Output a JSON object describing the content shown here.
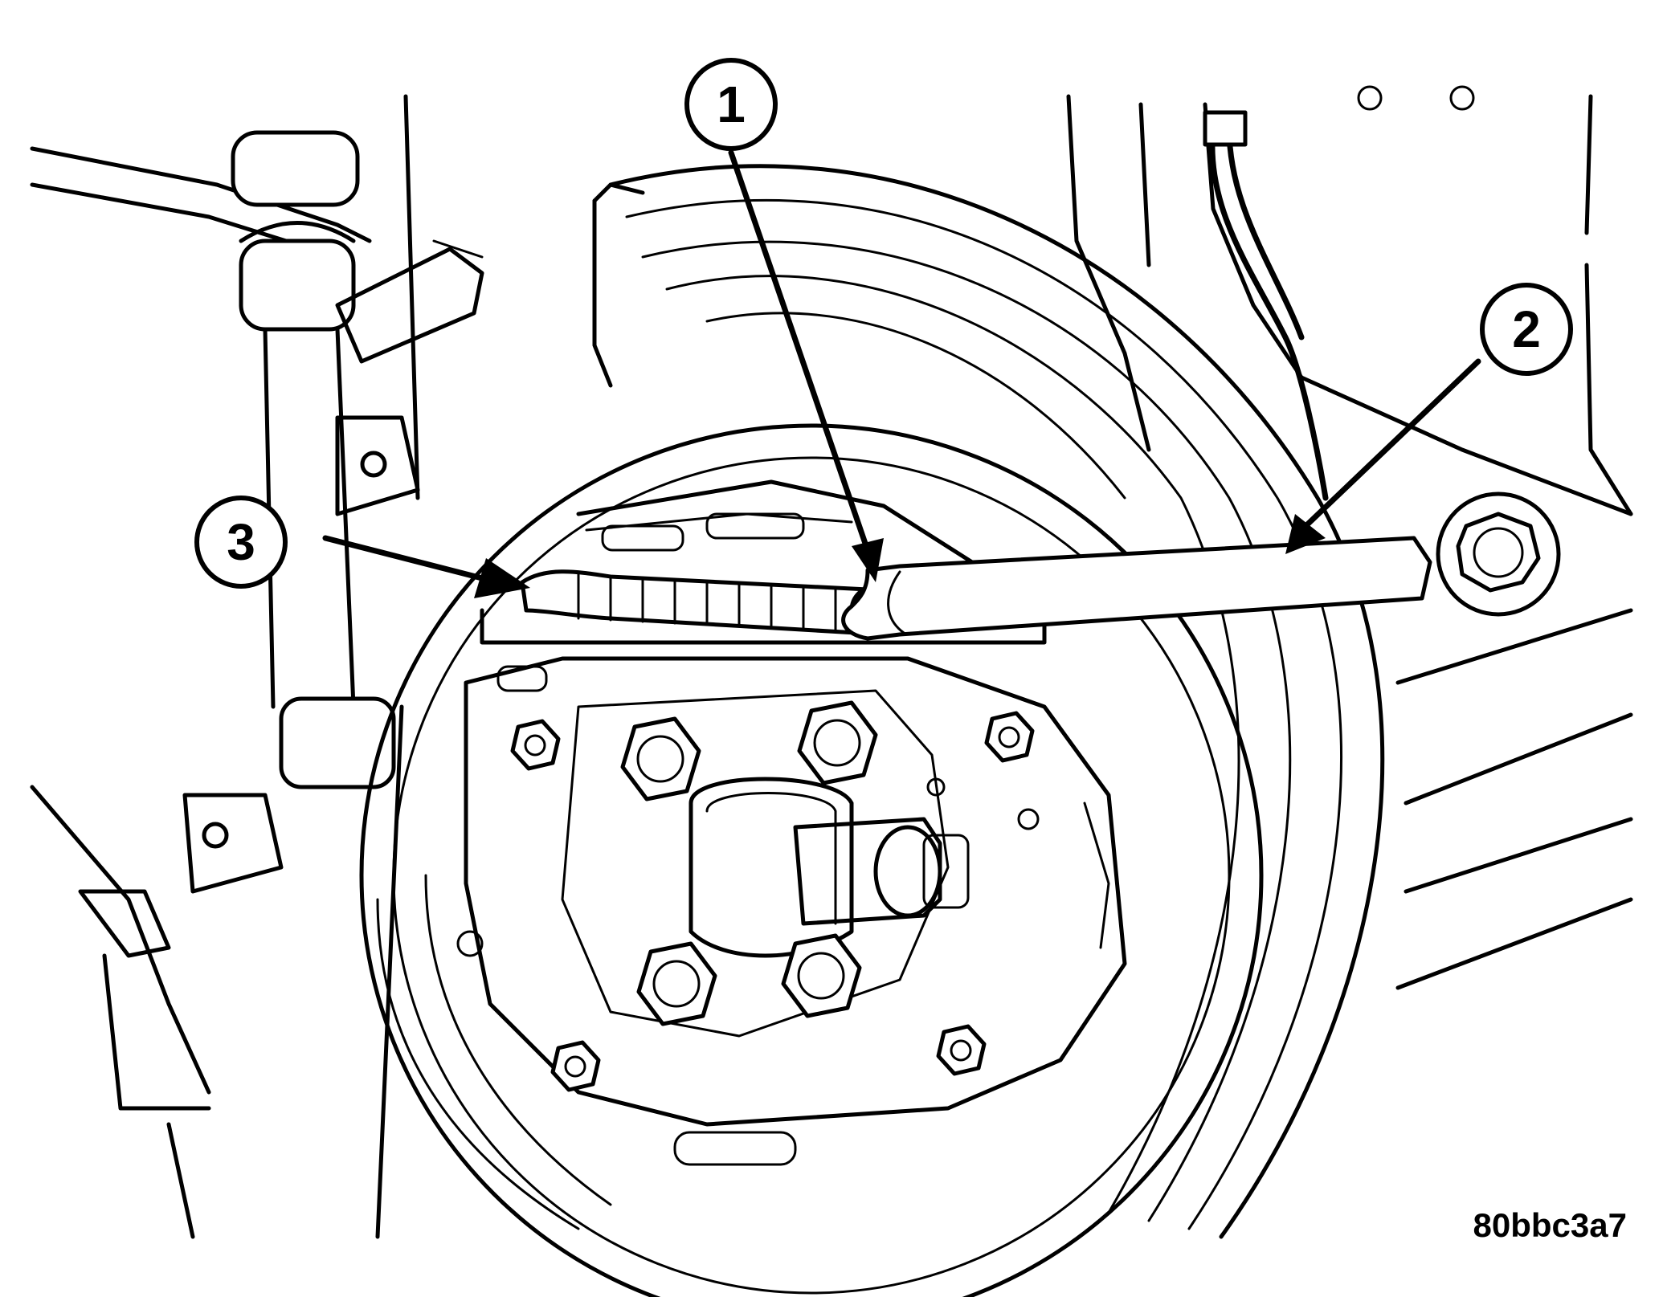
{
  "figure": {
    "code": "80bbc3a7"
  },
  "callouts": [
    {
      "id": "1",
      "label": "1"
    },
    {
      "id": "2",
      "label": "2"
    },
    {
      "id": "3",
      "label": "3"
    }
  ],
  "icons": {
    "drum": "brake-drum-icon",
    "backing_plate": "backing-plate-icon",
    "wrench": "wrench-icon",
    "brake_line": "brake-line-icon"
  },
  "colors": {
    "line": "#000000",
    "background": "#ffffff"
  }
}
